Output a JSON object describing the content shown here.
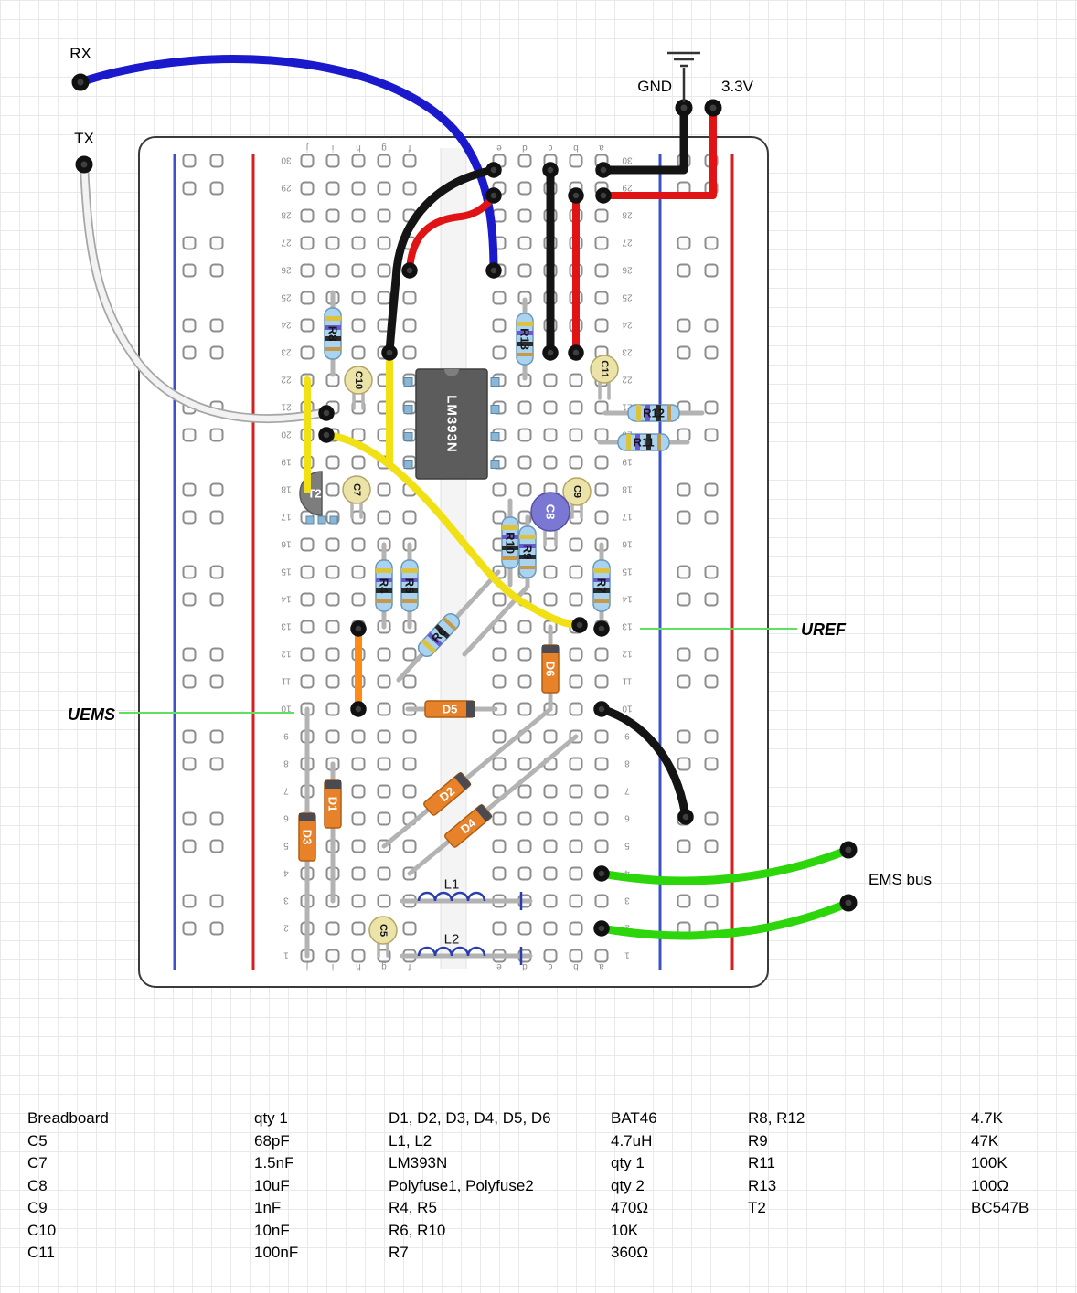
{
  "annotations": {
    "rx": "RX",
    "tx": "TX",
    "gnd": "GND",
    "v33": "3.3V",
    "uref": "UREF",
    "uems": "UEMS",
    "ems_bus": "EMS bus"
  },
  "board": {
    "rows": 30,
    "top_letters_left_block": [
      "j",
      "i",
      "h",
      "g",
      "f"
    ],
    "top_letters_right_block": [
      "e",
      "d",
      "c",
      "b",
      "a"
    ]
  },
  "components": {
    "r4": {
      "label": "R4"
    },
    "r5": {
      "label": "R5"
    },
    "r6": {
      "label": "R6"
    },
    "r7": {
      "label": "R7"
    },
    "r8": {
      "label": "R8"
    },
    "r9": {
      "label": "R9"
    },
    "r10": {
      "label": "R10"
    },
    "r11": {
      "label": "R11"
    },
    "r12": {
      "label": "R12"
    },
    "r13": {
      "label": "R13"
    },
    "c5": {
      "label": "C5"
    },
    "c7": {
      "label": "C7"
    },
    "c8": {
      "label": "C8"
    },
    "c9": {
      "label": "C9"
    },
    "c10": {
      "label": "C10"
    },
    "c11": {
      "label": "C11"
    },
    "d1": {
      "label": "D1"
    },
    "d2": {
      "label": "D2"
    },
    "d3": {
      "label": "D3"
    },
    "d4": {
      "label": "D4"
    },
    "d5": {
      "label": "D5"
    },
    "d6": {
      "label": "D6"
    },
    "l1": {
      "label": "L1"
    },
    "l2": {
      "label": "L2"
    },
    "t2": {
      "label": "T2"
    },
    "ic1": {
      "label": "LM393N"
    }
  },
  "colors": {
    "wire_blue": "#1a1acc",
    "wire_white": "#f2f2f2",
    "wire_black": "#141414",
    "wire_red": "#e01414",
    "wire_yellow": "#f0e014",
    "wire_orange": "#ff8a14",
    "wire_green": "#2cd60a",
    "annotation_green": "#5fe05f",
    "rail_red": "#d42020",
    "rail_blue": "#3c50c8"
  },
  "bom": {
    "col1": [
      {
        "name": "Breadboard",
        "value": "qty 1"
      },
      {
        "name": "C5",
        "value": "68pF"
      },
      {
        "name": "C7",
        "value": "1.5nF"
      },
      {
        "name": "C8",
        "value": "10uF"
      },
      {
        "name": "C9",
        "value": "1nF"
      },
      {
        "name": "C10",
        "value": "10nF"
      },
      {
        "name": "C11",
        "value": "100nF"
      }
    ],
    "col2": [
      {
        "name": "D1, D2, D3, D4, D5, D6",
        "value": "BAT46"
      },
      {
        "name": "L1, L2",
        "value": "4.7uH"
      },
      {
        "name": "LM393N",
        "value": "qty 1"
      },
      {
        "name": "Polyfuse1, Polyfuse2",
        "value": "qty 2"
      },
      {
        "name": "R4, R5",
        "value": "470Ω"
      },
      {
        "name": "R6, R10",
        "value": "10K"
      },
      {
        "name": "R7",
        "value": "360Ω"
      }
    ],
    "col3": [
      {
        "name": "R8, R12",
        "value": "4.7K"
      },
      {
        "name": "R9",
        "value": "47K"
      },
      {
        "name": "R11",
        "value": "100K"
      },
      {
        "name": "R13",
        "value": "100Ω"
      },
      {
        "name": "T2",
        "value": "BC547B"
      }
    ]
  }
}
